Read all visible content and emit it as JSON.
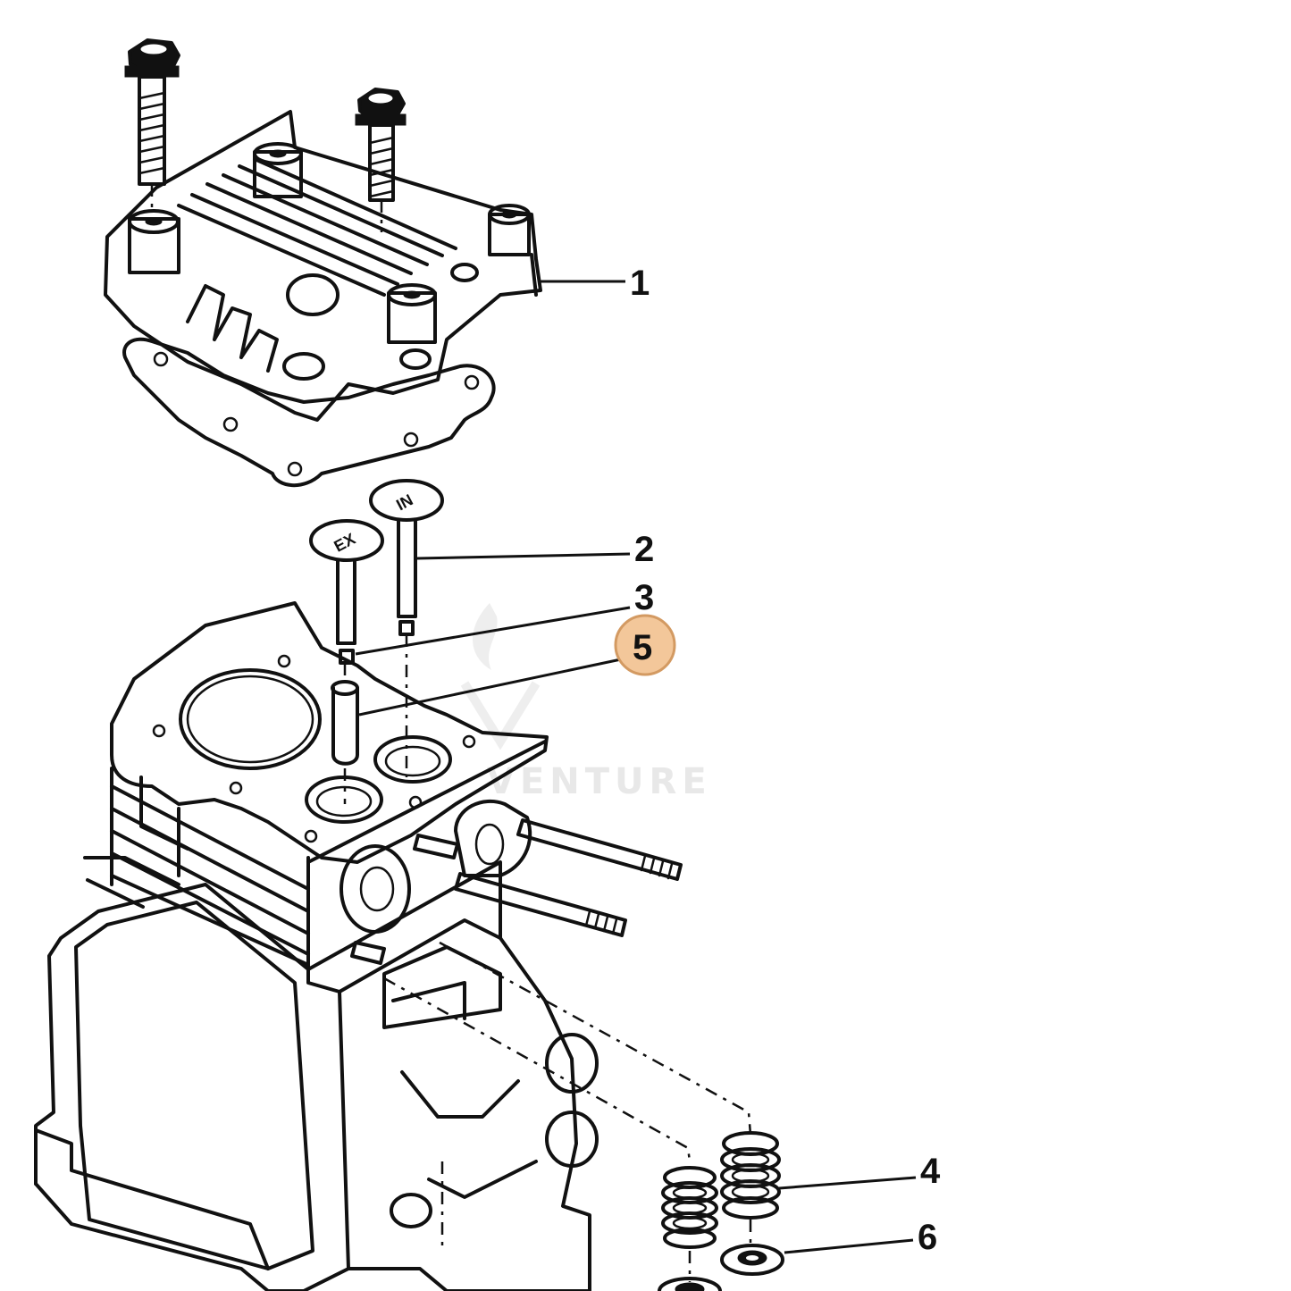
{
  "callouts": [
    {
      "id": "cylinder-head-cover",
      "label": "1"
    },
    {
      "id": "valve",
      "label": "2"
    },
    {
      "id": "valve-stem-seal",
      "label": "3"
    },
    {
      "id": "valve-spring",
      "label": "4"
    },
    {
      "id": "valve-guide",
      "label": "5",
      "highlighted": true
    },
    {
      "id": "spring-retainer",
      "label": "6"
    }
  ],
  "valve_marks": {
    "exhaust": "EX",
    "intake": "IN"
  },
  "watermark": "VENTURE",
  "colors": {
    "ink": "#111111",
    "highlight_fill": "#f3c79a",
    "highlight_ring": "#d39a62",
    "watermark": "#e8e8e8"
  }
}
